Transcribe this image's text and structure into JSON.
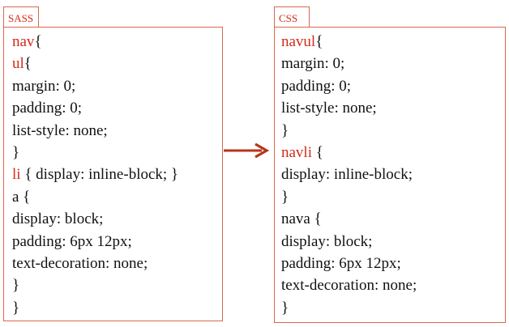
{
  "sass": {
    "label": "SASS",
    "lines": [
      {
        "kw": "nav",
        "rest": "{"
      },
      {
        "kw": "ul",
        "rest": "{"
      },
      {
        "kw": "",
        "rest": "margin: 0;"
      },
      {
        "kw": "",
        "rest": "padding: 0;"
      },
      {
        "kw": "",
        "rest": "list-style: none;"
      },
      {
        "kw": "",
        "rest": "}"
      },
      {
        "kw": "li",
        "rest": " { display: inline-block; }"
      },
      {
        "kw": "",
        "rest": "a {"
      },
      {
        "kw": "",
        "rest": "display: block;"
      },
      {
        "kw": "",
        "rest": "padding: 6px 12px;"
      },
      {
        "kw": "",
        "rest": "text-decoration: none;"
      },
      {
        "kw": "",
        "rest": "}"
      },
      {
        "kw": "",
        "rest": "}"
      }
    ]
  },
  "css": {
    "label": "CSS",
    "lines": [
      {
        "kw": "navul",
        "rest": "{"
      },
      {
        "kw": "",
        "rest": "margin: 0;"
      },
      {
        "kw": "",
        "rest": "padding: 0;"
      },
      {
        "kw": "",
        "rest": "list-style: none;"
      },
      {
        "kw": "",
        "rest": "}"
      },
      {
        "kw": "navli",
        "rest": " {"
      },
      {
        "kw": "",
        "rest": "display: inline-block;"
      },
      {
        "kw": "",
        "rest": "}"
      },
      {
        "kw": "",
        "rest": "nava {"
      },
      {
        "kw": "",
        "rest": "display: block;"
      },
      {
        "kw": "",
        "rest": "padding: 6px 12px;"
      },
      {
        "kw": "",
        "rest": "text-decoration: none;"
      },
      {
        "kw": "",
        "rest": "}"
      }
    ]
  },
  "colors": {
    "accent": "#d42a1c",
    "border": "#d9684f",
    "arrow": "#b5361a",
    "text": "#111111"
  }
}
